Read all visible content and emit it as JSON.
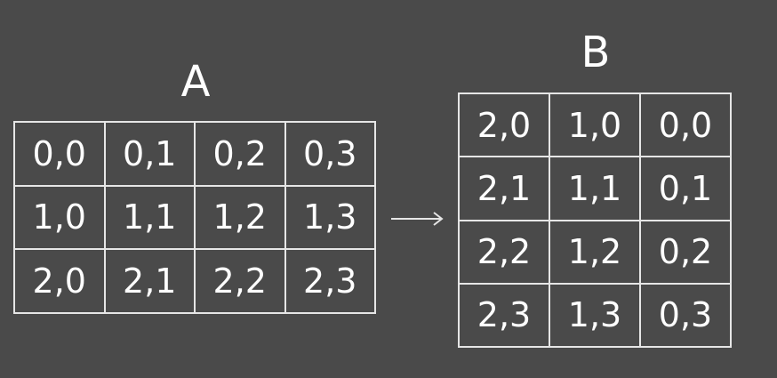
{
  "matrix_a": {
    "title": "A",
    "rows": [
      [
        "0,0",
        "0,1",
        "0,2",
        "0,3"
      ],
      [
        "1,0",
        "1,1",
        "1,2",
        "1,3"
      ],
      [
        "2,0",
        "2,1",
        "2,2",
        "2,3"
      ]
    ]
  },
  "matrix_b": {
    "title": "B",
    "rows": [
      [
        "2,0",
        "1,0",
        "0,0"
      ],
      [
        "2,1",
        "1,1",
        "0,1"
      ],
      [
        "2,2",
        "1,2",
        "0,2"
      ],
      [
        "2,3",
        "1,3",
        "0,3"
      ]
    ]
  },
  "colors": {
    "background": "#4a4a4a",
    "grid_line": "#e6e6e6",
    "text": "#ffffff"
  },
  "icons": {
    "arrow": "right-arrow-icon"
  }
}
